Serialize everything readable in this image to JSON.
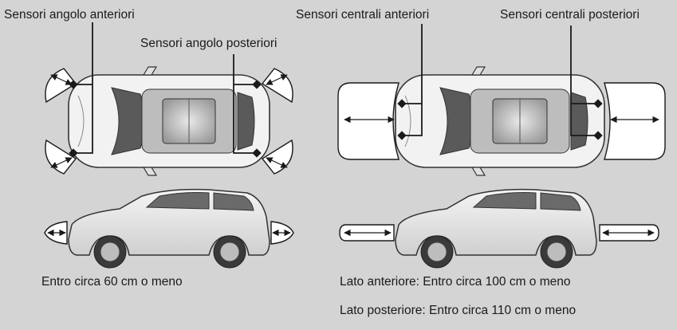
{
  "labels": {
    "front_corner": "Sensori angolo anteriori",
    "rear_corner": "Sensori angolo posteriori",
    "front_center": "Sensori centrali anteriori",
    "rear_center": "Sensori centrali posteriori"
  },
  "ranges": {
    "corner": "Entro circa 60 cm o meno",
    "center_front": "Lato anteriore: Entro circa 100 cm o meno",
    "center_rear": "Lato posteriore: Entro circa 110 cm o meno"
  },
  "colors": {
    "background": "#d4d4d4",
    "zone_fill": "#ffffff",
    "line": "#1a1a1a",
    "car_body": "#f2f2f2"
  }
}
